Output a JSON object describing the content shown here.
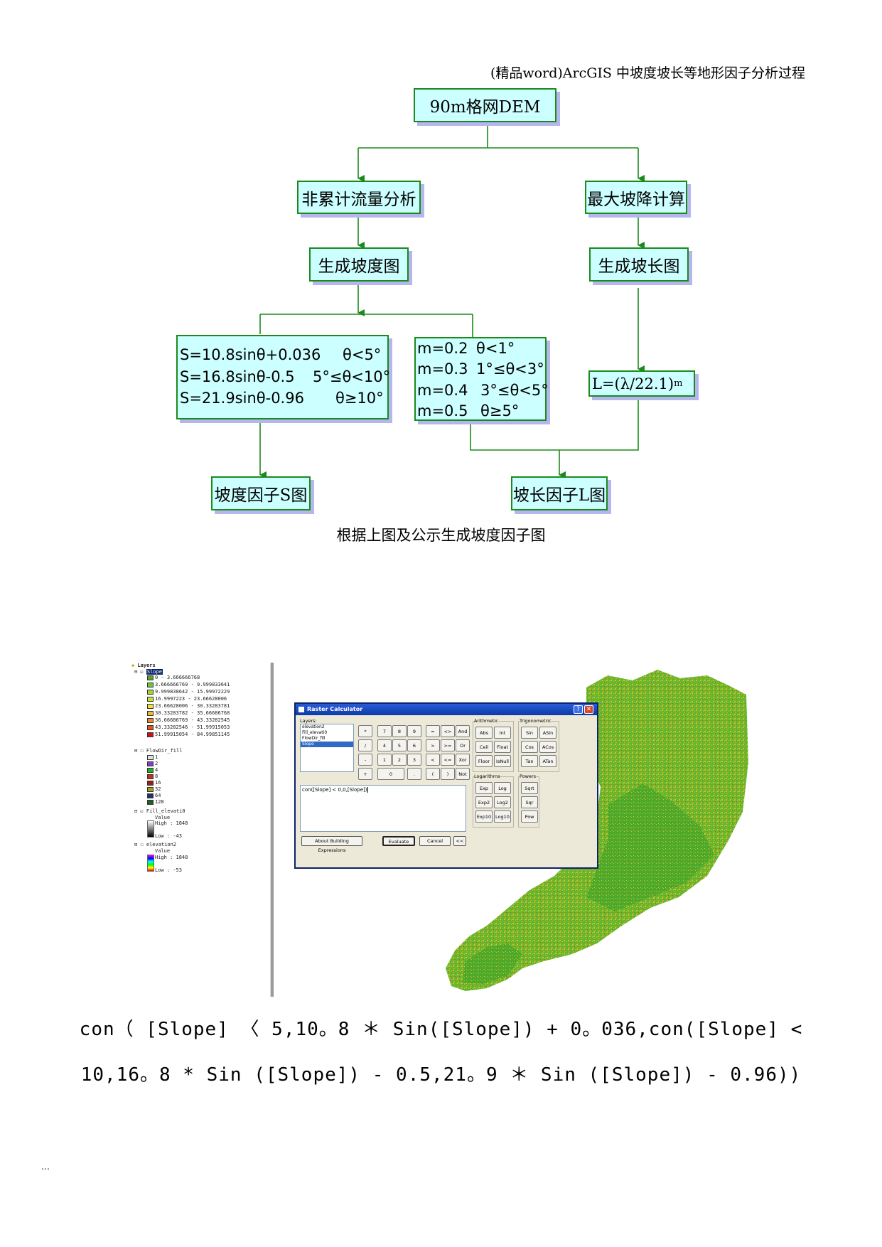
{
  "header": "(精品word)ArcGIS 中坡度坡长等地形因子分析过程",
  "flowchart": {
    "top": "90m格网DEM",
    "left_step1": "非累计流量分析",
    "right_step1": "最大坡降计算",
    "left_step2": "生成坡度图",
    "right_step2": "生成坡长图",
    "s_formula": [
      {
        "eq": "S=10.8sinθ+0.036",
        "cond": "θ<5°"
      },
      {
        "eq": "S=16.8sinθ-0.5",
        "cond": "5°≤θ<10°"
      },
      {
        "eq": "S=21.9sinθ-0.96",
        "cond": "θ≥10°"
      }
    ],
    "m_formula": [
      {
        "eq": "m=0.2",
        "cond": "θ<1°"
      },
      {
        "eq": "m=0.3",
        "cond": "1°≤θ<3°"
      },
      {
        "eq": "m=0.4",
        "cond": "3°≤θ<5°"
      },
      {
        "eq": "m=0.5",
        "cond": "θ≥5°"
      }
    ],
    "l_formula": "L=(λ/22.1)",
    "l_formula_exp": "m",
    "out_s": "坡度因子S图",
    "out_l": "坡长因子L图"
  },
  "caption": "根据上图及公示生成坡度因子图",
  "screenshot": {
    "toc": {
      "title": "Layers",
      "slope_layer": "Slope",
      "slope_classes": [
        {
          "label": "0 - 3.666666768",
          "color": "#5aa02c"
        },
        {
          "label": "3.666666769 - 9.999833641",
          "color": "#6cc43a"
        },
        {
          "label": "9.999838642 - 15.99972229",
          "color": "#9ed63a"
        },
        {
          "label": "16.9997223 - 23.66628006",
          "color": "#c8e03a"
        },
        {
          "label": "23.66628006 - 30.33283781",
          "color": "#f0e040"
        },
        {
          "label": "30.33283782 - 35.66686768",
          "color": "#f3b92d"
        },
        {
          "label": "36.66686769 - 43.33282545",
          "color": "#ee8a20"
        },
        {
          "label": "43.33282546 - 51.99915053",
          "color": "#e8501a"
        },
        {
          "label": "51.99915054 - 84.99851145",
          "color": "#d01010"
        }
      ],
      "flowdir_layer": "FlowDir_fill",
      "flowdir_classes": [
        {
          "label": "1",
          "color": "#e0e0e0"
        },
        {
          "label": "2",
          "color": "#8a3cc0"
        },
        {
          "label": "4",
          "color": "#20b020"
        },
        {
          "label": "8",
          "color": "#c03020"
        },
        {
          "label": "16",
          "color": "#a01818"
        },
        {
          "label": "32",
          "color": "#a0a020"
        },
        {
          "label": "64",
          "color": "#203070"
        },
        {
          "label": "128",
          "color": "#206020"
        }
      ],
      "fill_layer": "Fill_elevati0",
      "fill_value": "Value",
      "fill_high": "High : 1848",
      "fill_low": "Low : -43",
      "elev_layer": "elevation2",
      "elev_value": "Value",
      "elev_high": "High : 1848",
      "elev_low": "Low : -53"
    },
    "dialog": {
      "title": "Raster Calculator",
      "layers_label": "Layers:",
      "layers": [
        "elevation2",
        "Fill_elevati0",
        "FlowDir_fill",
        "Slope"
      ],
      "keypad": [
        [
          "*",
          "7",
          "8",
          "9",
          "=",
          "<>",
          "And"
        ],
        [
          "/",
          "4",
          "5",
          "6",
          ">",
          ">=",
          "Or"
        ],
        [
          "-",
          "1",
          "2",
          "3",
          "<",
          "<=",
          "Xor"
        ],
        [
          "+",
          "0",
          ".",
          "(",
          ")",
          "Not"
        ]
      ],
      "arith_label": "Arithmetic",
      "arith": [
        "Abs",
        "Int",
        "Ceil",
        "Float",
        "Floor",
        "IsNull"
      ],
      "trig_label": "Trigonometric",
      "trig": [
        "Sin",
        "ASin",
        "Cos",
        "ACos",
        "Tan",
        "ATan"
      ],
      "log_label": "Logarithms",
      "log": [
        "Exp",
        "Log",
        "Exp2",
        "Log2",
        "Exp10",
        "Log10"
      ],
      "pow_label": "Powers",
      "pow": [
        "Sqrt",
        "Sqr",
        "Pow"
      ],
      "expression": "con([Slope] < 0,0,[Slope])",
      "about": "About Building Expressions",
      "evaluate": "Evaluate",
      "cancel": "Cancel",
      "more": "<<"
    }
  },
  "expression_line1": "con（ [Slope] 〈 5,10。8 ＊ Sin([Slope]) + 0。036,con([Slope] <",
  "expression_line2": "10,16。8 * Sin ([Slope]) - 0.5,21。9 ＊ Sin ([Slope]) - 0.96))",
  "footer": "…"
}
